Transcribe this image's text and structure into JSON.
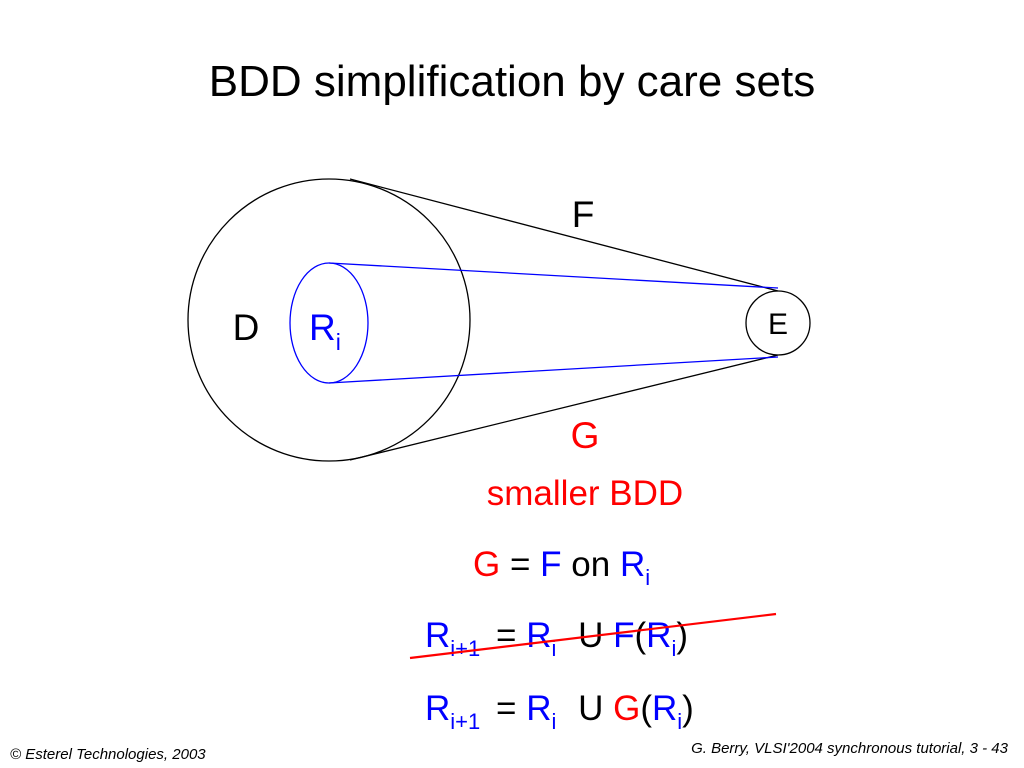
{
  "title": "BDD simplification by care sets",
  "diagram": {
    "domain_label": "D",
    "reachable_label": "R",
    "reachable_sub": "i",
    "target_label": "E",
    "f_label": "F",
    "g_label": "G",
    "g_caption": "smaller BDD"
  },
  "formula1": {
    "g": "G",
    "eq": "=",
    "f": "F",
    "on": "on",
    "r": "R",
    "r_sub": "i"
  },
  "formula2": {
    "r_next": "R",
    "r_next_sub": "i+1",
    "eq": "=",
    "r": "R",
    "r_sub": "i",
    "union": "U",
    "f": "F",
    "open": "(",
    "r_arg": "R",
    "r_arg_sub": "i",
    "close": ")"
  },
  "formula3": {
    "r_next": "R",
    "r_next_sub": "i+1",
    "eq": "=",
    "r": "R",
    "r_sub": "i",
    "union": "U",
    "g": "G",
    "open": "(",
    "r_arg": "R",
    "r_arg_sub": "i",
    "close": ")"
  },
  "footer": {
    "left": "© Esterel Technologies, 2003",
    "right": "G. Berry, VLSI'2004 synchronous tutorial, 3 -  43"
  },
  "colors": {
    "text": "#000000",
    "blue": "#0000ff",
    "red": "#ff0000"
  }
}
